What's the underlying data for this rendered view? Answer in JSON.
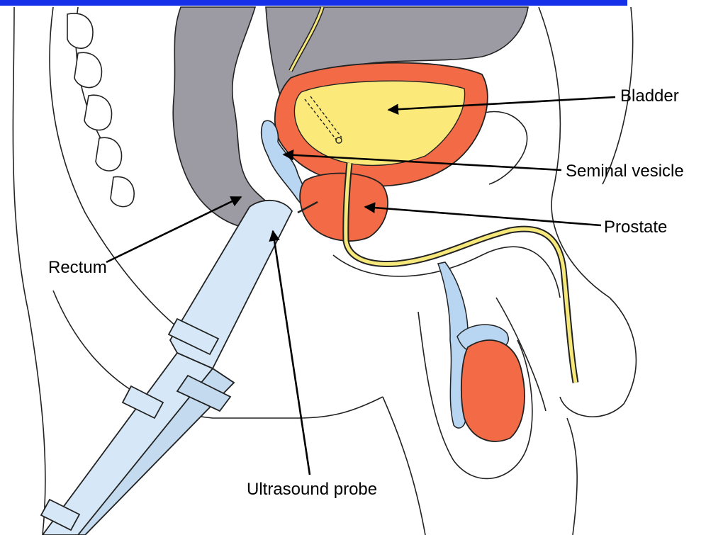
{
  "colors": {
    "header_bar": "#1530E8",
    "bladder_wall": "#F26B46",
    "bladder_lumen": "#FBEA7A",
    "urethra": "#F6E87A",
    "seminal_vesicle": "#B8D6F2",
    "probe": "#D6E8F8",
    "rectum_tissue": "#9C9BA4",
    "outline": "#222222"
  },
  "labels": {
    "bladder": "Bladder",
    "seminal_vesicle": "Seminal vesicle",
    "prostate": "Prostate",
    "rectum": "Rectum",
    "ultrasound_probe": "Ultrasound probe"
  }
}
